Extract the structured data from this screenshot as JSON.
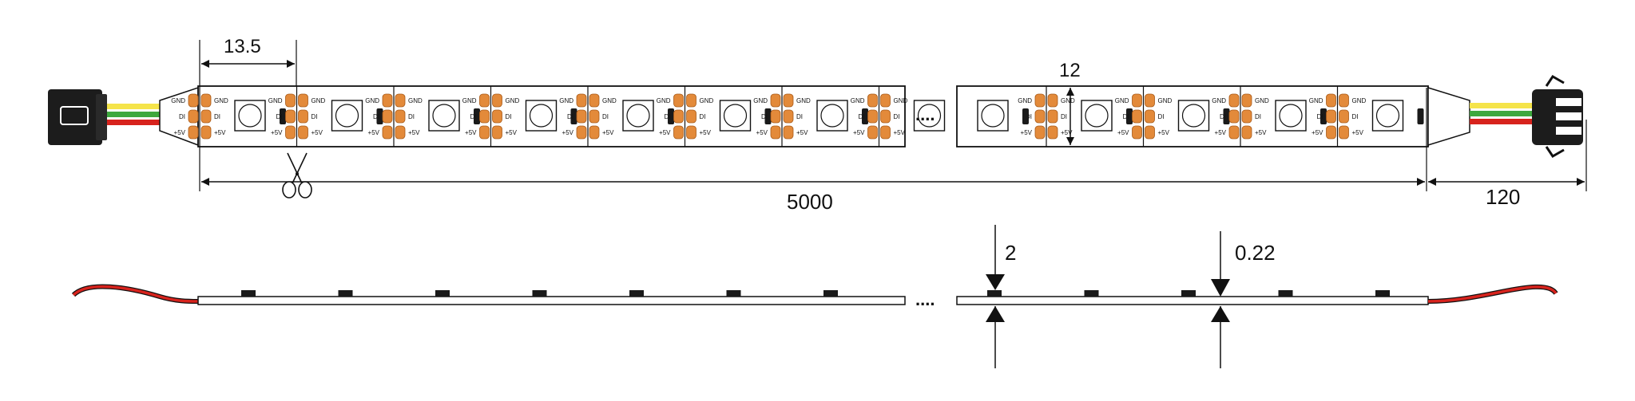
{
  "dimensions": {
    "pitch": "13.5",
    "strip_length": "5000",
    "connector_length": "120",
    "strip_width": "12",
    "thickness": "2",
    "pcb_thickness": "0.22"
  },
  "pad_labels": {
    "gnd": "GND",
    "di": "DI",
    "vcc": "+5V"
  },
  "ellipsis": "....",
  "colors": {
    "pad": "#e38a3a",
    "pad_stroke": "#a85a18",
    "wire_yellow": "#f5e44a",
    "wire_green": "#3ea83e",
    "wire_red": "#d7231d",
    "connector": "#1c1c1c",
    "ink": "#111111"
  },
  "icons": {
    "cut_mark": "scissors-icon"
  }
}
